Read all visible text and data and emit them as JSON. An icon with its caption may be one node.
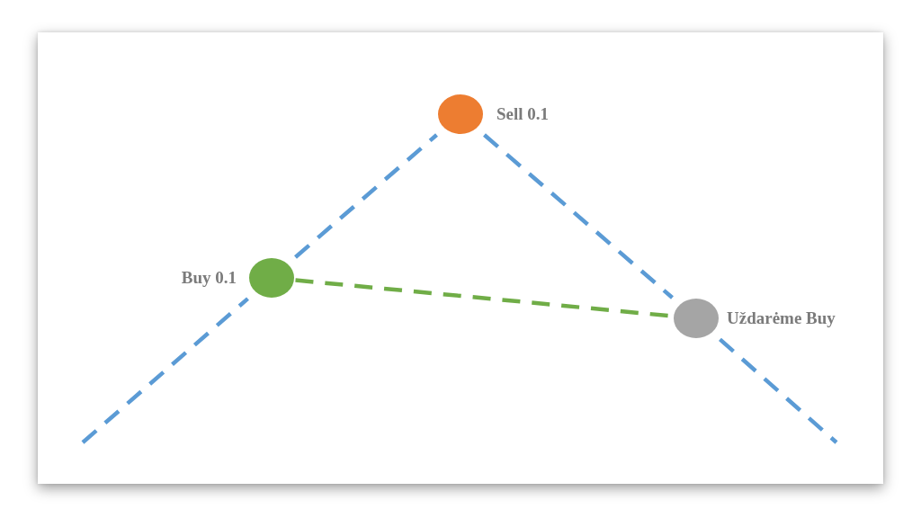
{
  "diagram": {
    "nodes": [
      {
        "text": [],
        "shape": "circle",
        "beside": [
          "Sell 0.1"
        ]
      },
      {
        "text": [],
        "shape": "circle",
        "beside": [
          "Buy 0.1"
        ]
      },
      {
        "text": [],
        "shape": "circle",
        "beside": [
          "Uždarėme Buy"
        ]
      }
    ],
    "edges": [
      {
        "from": null,
        "to": 1,
        "arrow": "none",
        "style": "dashed"
      },
      {
        "from": 1,
        "to": 0,
        "arrow": "none",
        "style": "dashed"
      },
      {
        "from": 0,
        "to": 2,
        "arrow": "none",
        "style": "dashed"
      },
      {
        "from": 2,
        "to": null,
        "arrow": "none",
        "style": "dashed"
      },
      {
        "from": 1,
        "to": 2,
        "arrow": "none",
        "style": "dashed",
        "color": "#70ad47"
      }
    ]
  }
}
